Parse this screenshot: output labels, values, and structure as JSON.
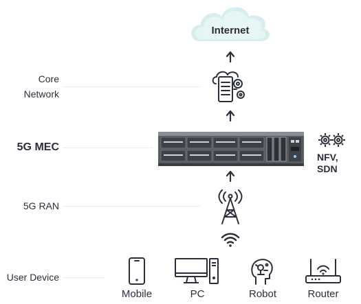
{
  "labels": {
    "core_line1": "Core",
    "core_line2": "Network",
    "mec": "5G MEC",
    "ran": "5G RAN",
    "user": "User Device"
  },
  "cloud": {
    "label": "Internet"
  },
  "side_label": {
    "line1": "NFV,",
    "line2": "SDN"
  },
  "devices": [
    {
      "label": "Mobile",
      "icon": "mobile-phone-icon"
    },
    {
      "label": "PC",
      "icon": "desktop-pc-icon"
    },
    {
      "label": "Robot",
      "icon": "robot-head-icon"
    },
    {
      "label": "Router",
      "icon": "wifi-router-icon"
    }
  ],
  "colors": {
    "icon": "#2b2e3a",
    "cloud_fill": "#e6f6f4",
    "cloud_glow": "#d6efee",
    "server_body": "#575a60",
    "server_front": "#3e4146"
  }
}
